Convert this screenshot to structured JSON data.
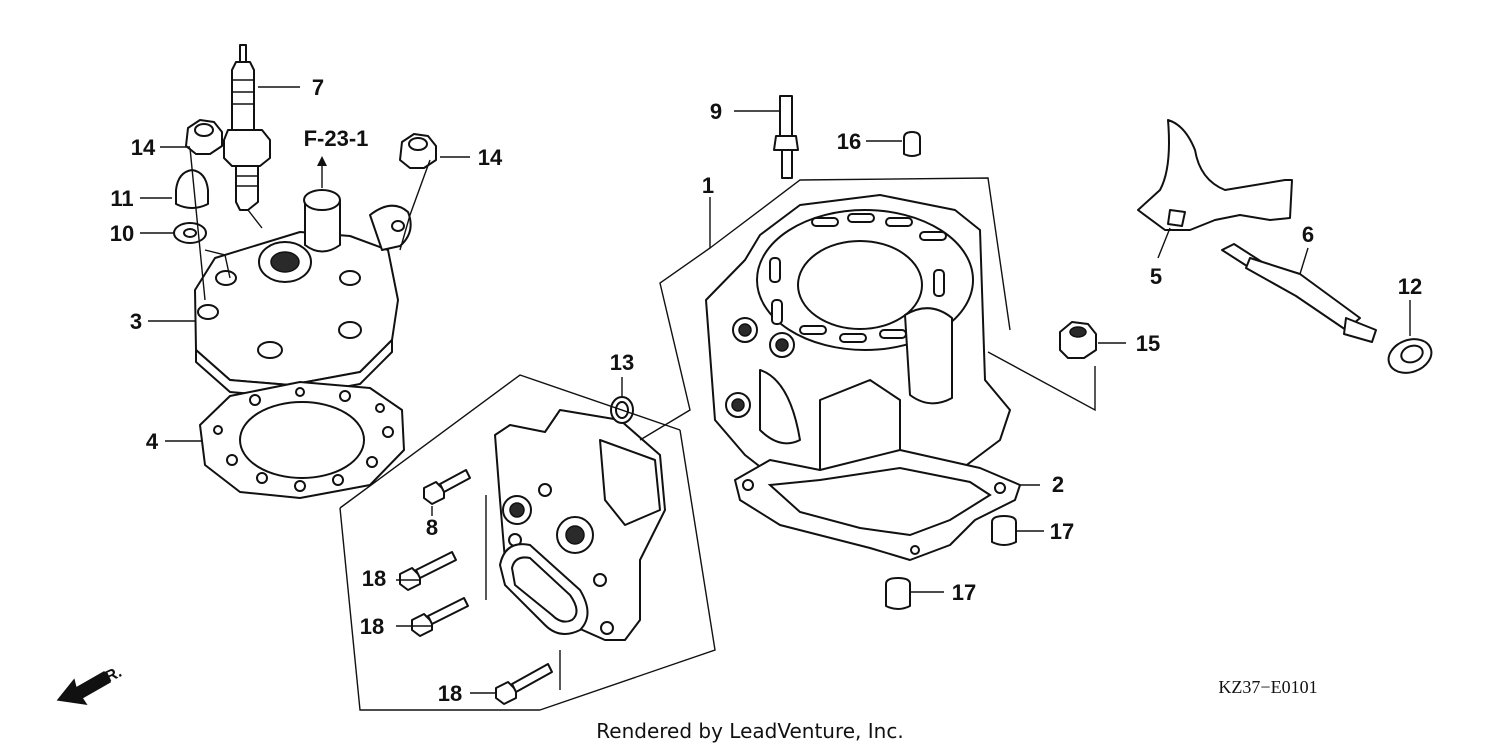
{
  "diagram": {
    "callouts": [
      "1",
      "2",
      "3",
      "4",
      "5",
      "6",
      "7",
      "8",
      "9",
      "10",
      "11",
      "12",
      "13",
      "14",
      "14",
      "15",
      "16",
      "17",
      "17",
      "18",
      "18",
      "18"
    ],
    "reference": "F-23-1",
    "front_label": "FR.",
    "part_code": "KZ37−E0101",
    "credit": "Rendered by LeadVenture, Inc."
  }
}
